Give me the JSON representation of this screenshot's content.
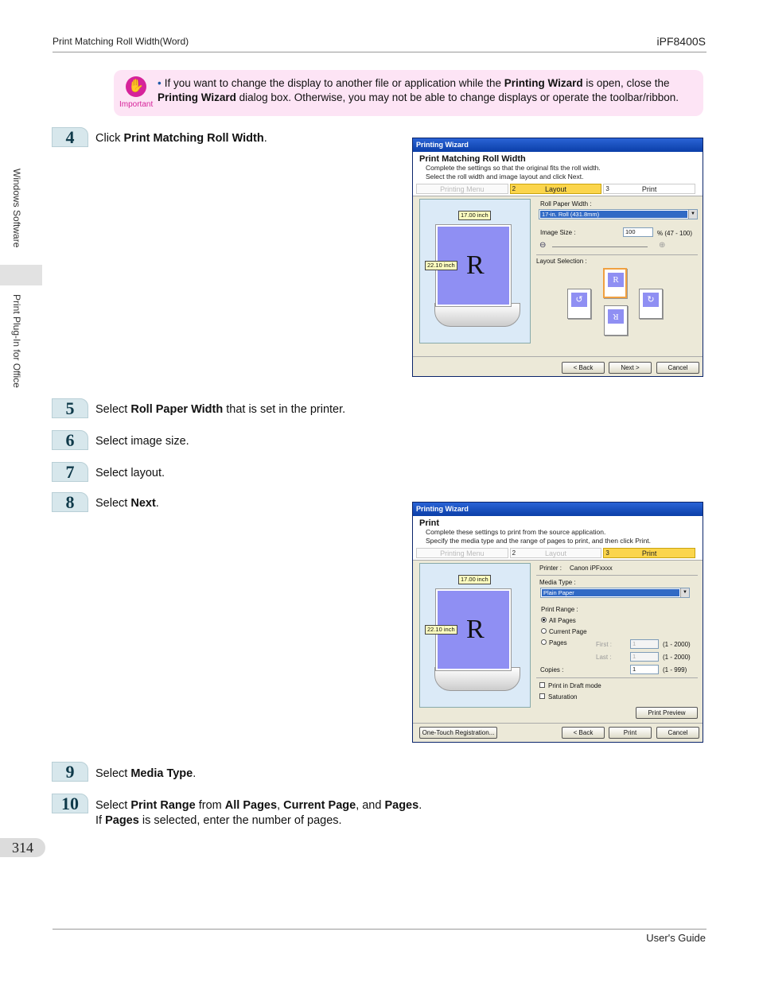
{
  "header": {
    "left": "Print Matching Roll Width(Word)",
    "right": "iPF8400S"
  },
  "footer": {
    "right": "User's Guide",
    "page": "314"
  },
  "side": {
    "section1": "Windows Software",
    "section2": "Print Plug-In for Office"
  },
  "important": {
    "label": "Important",
    "bullet": "•",
    "text1": "If you want to change the display to another file or application while the ",
    "bold1": "Printing Wizard",
    "text2": " is open, close the ",
    "bold2": "Print­ing Wizard",
    "text3": " dialog box. Otherwise, you may not be able to change displays or operate the toolbar/ribbon."
  },
  "steps": [
    {
      "num": "4",
      "pre": "Click ",
      "bold": "Print Matching Roll Width",
      "post": "."
    },
    {
      "num": "5",
      "pre": "Select ",
      "bold": "Roll Paper Width",
      "post": " that is set in the printer."
    },
    {
      "num": "6",
      "pre": "Select image size.",
      "bold": "",
      "post": ""
    },
    {
      "num": "7",
      "pre": "Select layout.",
      "bold": "",
      "post": ""
    },
    {
      "num": "8",
      "pre": "Select ",
      "bold": "Next",
      "post": "."
    },
    {
      "num": "9",
      "pre": "Select ",
      "bold": "Media Type",
      "post": "."
    },
    {
      "num": "10",
      "pre": "Select ",
      "bold": "Print Range",
      "mid1": " from ",
      "bold2": "All Pages",
      "mid2": ", ",
      "bold3": "Current Page",
      "mid3": ", and ",
      "bold4": "Pages",
      "post": ".",
      "line2pre": "If ",
      "line2bold": "Pages",
      "line2post": " is selected, enter the number of pages."
    }
  ],
  "dialog1": {
    "title": "Printing Wizard",
    "heading": "Print Matching Roll Width",
    "sub1": "Complete the settings so that the original fits the roll width.",
    "sub2": "Select the roll width and image layout and click Next.",
    "crumbs": [
      {
        "n": "",
        "label": "Printing Menu"
      },
      {
        "n": "2",
        "label": "Layout"
      },
      {
        "n": "3",
        "label": "Print"
      }
    ],
    "dim_w": "17.00 inch",
    "dim_h": "22.10 inch",
    "preview_letter": "R",
    "roll_width_label": "Roll Paper Width :",
    "roll_width_value": "17-in. Roll (431.8mm)",
    "image_size_label": "Image Size :",
    "image_size_value": "100",
    "image_size_range": "% (47 - 100)",
    "layout_label": "Layout Selection :",
    "back": "< Back",
    "next": "Next >",
    "cancel": "Cancel"
  },
  "dialog2": {
    "title": "Printing Wizard",
    "heading": "Print",
    "sub1": "Complete these settings to print from the source application.",
    "sub2": "Specify the media type and the range of pages to print, and then click Print.",
    "crumbs": [
      {
        "n": "",
        "label": "Printing Menu"
      },
      {
        "n": "2",
        "label": "Layout"
      },
      {
        "n": "3",
        "label": "Print"
      }
    ],
    "dim_w": "17.00 inch",
    "dim_h": "22.10 inch",
    "preview_letter": "R",
    "printer_label": "Printer :",
    "printer_value": "Canon iPFxxxx",
    "media_label": "Media Type :",
    "media_value": "Plain Paper",
    "range_label": "Print Range :",
    "all_pages": "All Pages",
    "current_page": "Current Page",
    "pages": "Pages",
    "first_label": "First :",
    "first_value": "1",
    "first_range": "(1 - 2000)",
    "last_label": "Last :",
    "last_value": "1",
    "last_range": "(1 - 2000)",
    "copies_label": "Copies :",
    "copies_value": "1",
    "copies_range": "(1 - 999)",
    "draft": "Print in Draft mode",
    "saturation": "Saturation",
    "preview_btn": "Print Preview",
    "onetouch": "One-Touch Registration...",
    "back": "< Back",
    "print": "Print",
    "cancel": "Cancel"
  }
}
